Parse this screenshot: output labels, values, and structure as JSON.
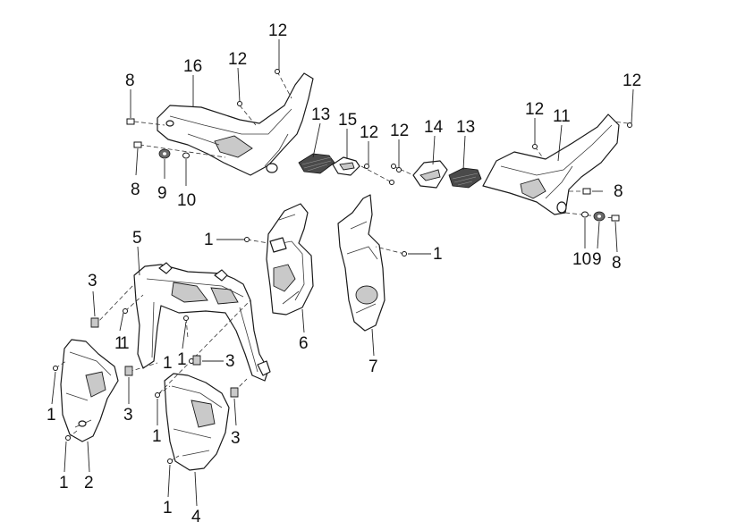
{
  "diagram": {
    "callouts": [
      {
        "id": "c12a",
        "text": "12"
      },
      {
        "id": "c16",
        "text": "16"
      },
      {
        "id": "c12b",
        "text": "12"
      },
      {
        "id": "c8a",
        "text": "8"
      },
      {
        "id": "c13a",
        "text": "13"
      },
      {
        "id": "c15",
        "text": "15"
      },
      {
        "id": "c12c",
        "text": "12"
      },
      {
        "id": "c12d",
        "text": "12"
      },
      {
        "id": "c14",
        "text": "14"
      },
      {
        "id": "c13b",
        "text": "13"
      },
      {
        "id": "c12e",
        "text": "12"
      },
      {
        "id": "c11",
        "text": "11"
      },
      {
        "id": "c12f",
        "text": "12"
      },
      {
        "id": "c8b",
        "text": "8"
      },
      {
        "id": "c9a",
        "text": "9"
      },
      {
        "id": "c10a",
        "text": "10"
      },
      {
        "id": "c8c",
        "text": "8"
      },
      {
        "id": "c10b",
        "text": "10"
      },
      {
        "id": "c9b",
        "text": "9"
      },
      {
        "id": "c8d",
        "text": "8"
      },
      {
        "id": "c1a",
        "text": "1"
      },
      {
        "id": "c1b",
        "text": "1"
      },
      {
        "id": "c5",
        "text": "5"
      },
      {
        "id": "c6",
        "text": "6"
      },
      {
        "id": "c7",
        "text": "7"
      },
      {
        "id": "c3a",
        "text": "3"
      },
      {
        "id": "c1c",
        "text": "1"
      },
      {
        "id": "c1d",
        "text": "1"
      },
      {
        "id": "c3b",
        "text": "3"
      },
      {
        "id": "c1e",
        "text": "1"
      },
      {
        "id": "c3c",
        "text": "3"
      },
      {
        "id": "c1f",
        "text": "1"
      },
      {
        "id": "c3d",
        "text": "3"
      },
      {
        "id": "c1g",
        "text": "1"
      },
      {
        "id": "c1h",
        "text": "1"
      },
      {
        "id": "c2",
        "text": "2"
      },
      {
        "id": "c1i",
        "text": "1"
      },
      {
        "id": "c4",
        "text": "4"
      }
    ]
  }
}
